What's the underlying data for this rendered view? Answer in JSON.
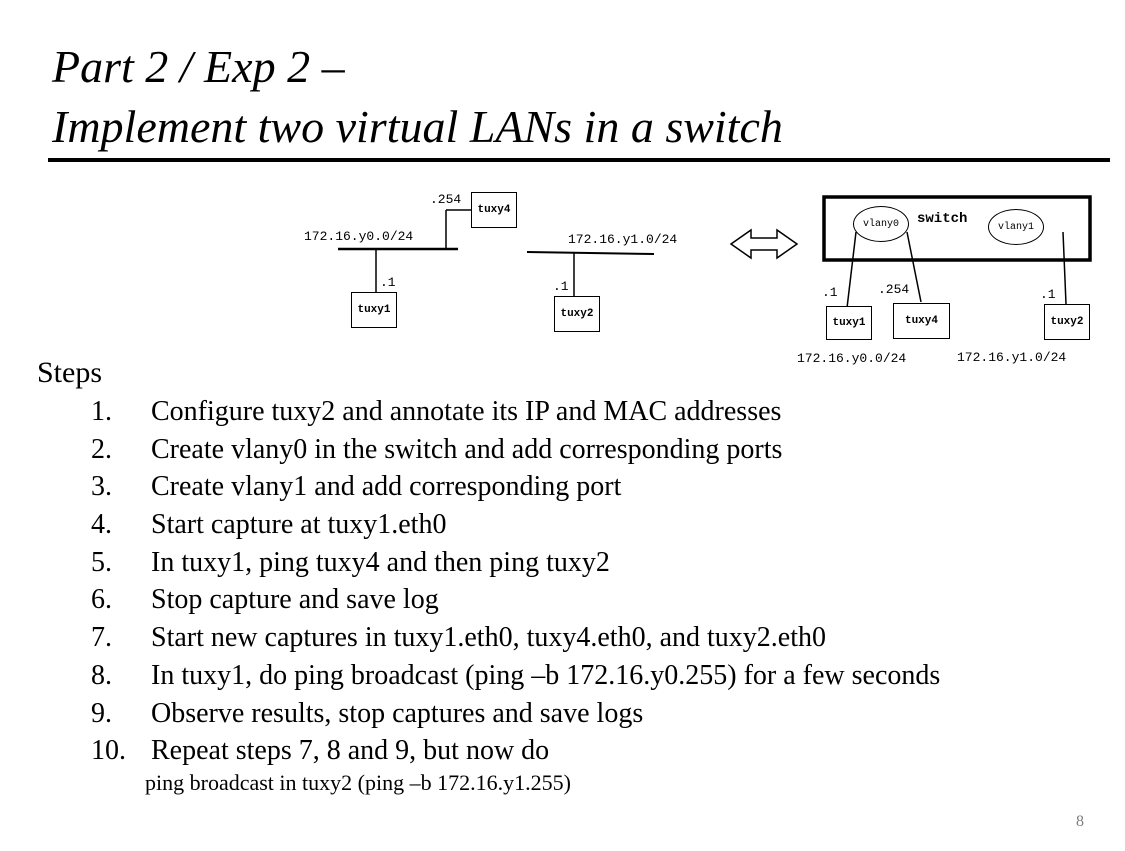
{
  "title": {
    "line1": "Part 2 / Exp 2 –",
    "line2": "Implement two virtual LANs in a switch"
  },
  "diagram": {
    "left": {
      "subnet0": "172.16.y0.0/24",
      "subnet1": "172.16.y1.0/24",
      "tuxy4_addr": ".254",
      "tuxy4": "tuxy4",
      "tuxy1_addr": ".1",
      "tuxy1": "tuxy1",
      "tuxy2_addr": ".1",
      "tuxy2": "tuxy2"
    },
    "right": {
      "switch": "switch",
      "vlan0": "vlany0",
      "vlan1": "vlany1",
      "tuxy1_addr": ".1",
      "tuxy4_addr": ".254",
      "tuxy2_addr": ".1",
      "tuxy1": "tuxy1",
      "tuxy4": "tuxy4",
      "tuxy2": "tuxy2",
      "subnet0": "172.16.y0.0/24",
      "subnet1": "172.16.y1.0/24"
    }
  },
  "steps_heading": "Steps",
  "steps": [
    {
      "num": "1.",
      "text": "Configure tuxy2 and annotate its IP and MAC addresses"
    },
    {
      "num": "2.",
      "text": "Create vlany0 in the switch and add corresponding ports"
    },
    {
      "num": "3.",
      "text": "Create vlany1 and add corresponding port"
    },
    {
      "num": "4.",
      "text": "Start capture at tuxy1.eth0"
    },
    {
      "num": "5.",
      "text": "In tuxy1, ping tuxy4 and then ping tuxy2"
    },
    {
      "num": "6.",
      "text": "Stop capture and save log"
    },
    {
      "num": "7.",
      "text": "Start new captures in tuxy1.eth0, tuxy4.eth0, and tuxy2.eth0"
    },
    {
      "num": "8.",
      "text": "In tuxy1, do ping broadcast (ping –b 172.16.y0.255) for a few seconds"
    },
    {
      "num": "9.",
      "text": "Observe results, stop captures and save logs"
    },
    {
      "num": "10.",
      "text": "Repeat steps  7, 8 and 9, but now do"
    }
  ],
  "step10_continuation": "ping broadcast in tuxy2 (ping –b 172.16.y1.255)",
  "page_number": "8"
}
